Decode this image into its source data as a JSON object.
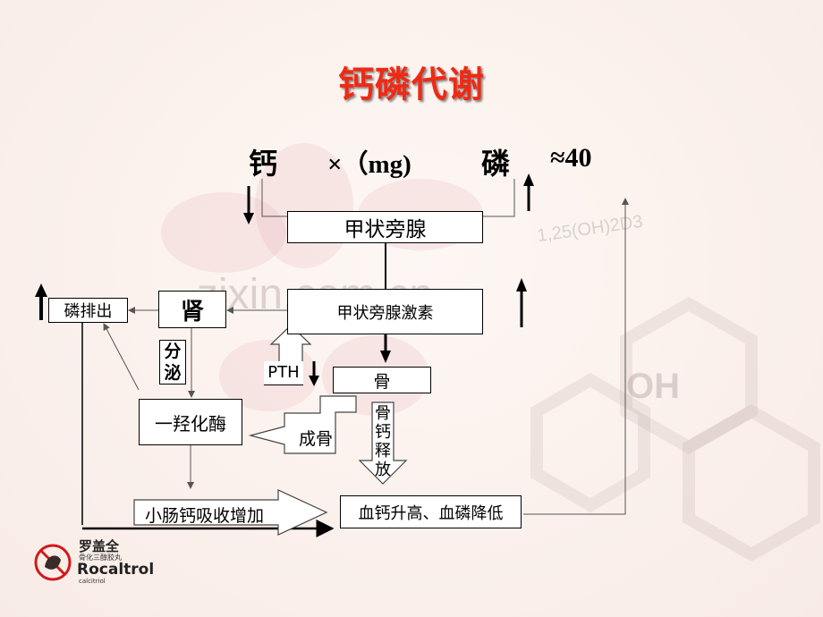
{
  "title": "钙磷代谢",
  "formula": {
    "ca": "钙",
    "times_mg": "×（mg)",
    "p": "磷",
    "approx": "≈40"
  },
  "boxes": {
    "parathyroid": "甲状旁腺",
    "pth_hormone": "甲状旁腺激素",
    "kidney": "肾",
    "phosphate_excretion": "磷排出",
    "bone": "骨",
    "hydroxylase": "一羟化酶",
    "intestine": "小肠钙吸收增加",
    "blood_result": "血钙升高、血磷降低"
  },
  "labels": {
    "secretion": "分泌",
    "pth": "PTH",
    "bone_formation": "成骨",
    "bone_calcium_release": "骨钙释放"
  },
  "watermark": {
    "site": "zixin.com.cn",
    "formula": "1,25(OH)2D3",
    "oh": "OH"
  },
  "logo": {
    "brand_cn": "罗盖全",
    "sub_cn": "骨化三醇胶丸",
    "brand_en": "Rocaltrol",
    "generic": "calcitriol"
  }
}
